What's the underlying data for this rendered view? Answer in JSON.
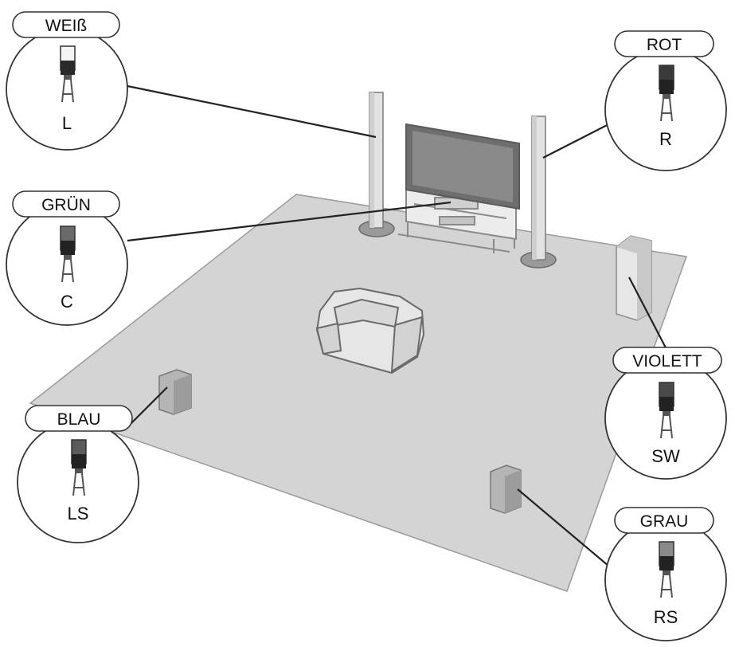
{
  "connectors": [
    {
      "id": "l",
      "color_name": "WEIß",
      "channel": "L"
    },
    {
      "id": "r",
      "color_name": "ROT",
      "channel": "R"
    },
    {
      "id": "c",
      "color_name": "GRÜN",
      "channel": "C"
    },
    {
      "id": "sw",
      "color_name": "VIOLETT",
      "channel": "SW"
    },
    {
      "id": "ls",
      "color_name": "BLAU",
      "channel": "LS"
    },
    {
      "id": "rs",
      "color_name": "GRAU",
      "channel": "RS"
    }
  ]
}
